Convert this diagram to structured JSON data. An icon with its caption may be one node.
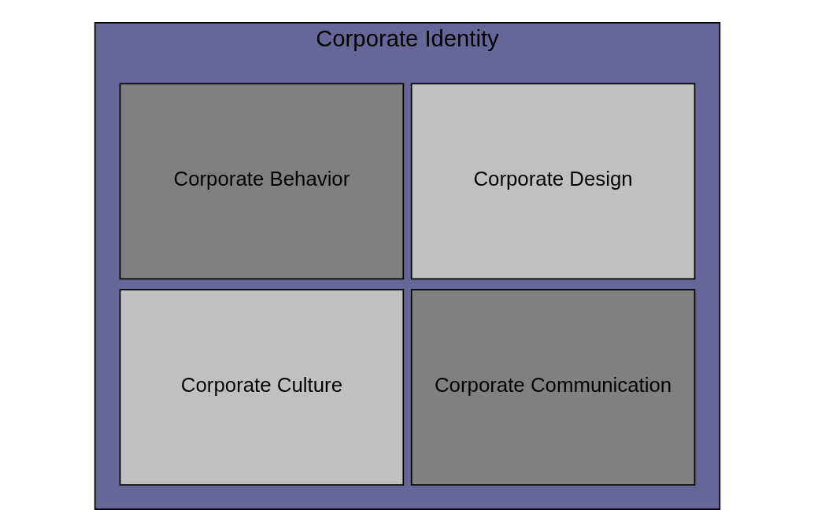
{
  "diagram": {
    "nodes": [
      {
        "text": [
          "Corporate Identity"
        ]
      },
      {
        "text": [
          "Corporate Design"
        ],
        "in": 0
      },
      {
        "text": [
          "Corporate Behavior"
        ],
        "in": 0
      },
      {
        "text": [
          "Corporate Communication"
        ],
        "in": 0
      },
      {
        "text": [
          "Corporate Culture"
        ],
        "in": 0
      }
    ],
    "edges": []
  }
}
